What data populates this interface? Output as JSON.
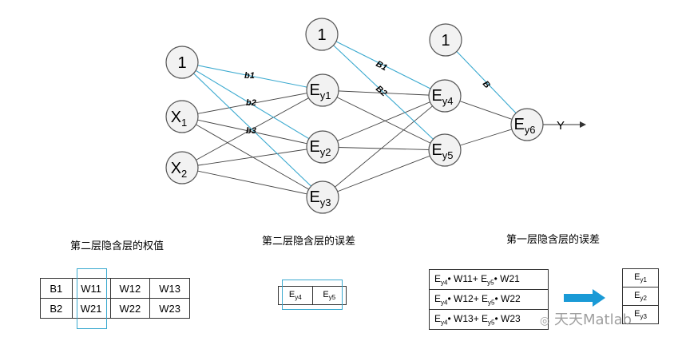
{
  "nodes": {
    "bias_in": "1",
    "x1": {
      "main": "X",
      "sub": "1"
    },
    "x2": {
      "main": "X",
      "sub": "2"
    },
    "bias_h1": "1",
    "ey1": {
      "main": "E",
      "sub": "y1"
    },
    "ey2": {
      "main": "E",
      "sub": "y2"
    },
    "ey3": {
      "main": "E",
      "sub": "y3"
    },
    "bias_h2": "1",
    "ey4": {
      "main": "E",
      "sub": "y4"
    },
    "ey5": {
      "main": "E",
      "sub": "y5"
    },
    "bias_out": "1",
    "ey6": {
      "main": "E",
      "sub": "y6"
    },
    "output": "Y"
  },
  "bias_labels": {
    "b1": "b1",
    "b2": "b2",
    "b3": "b3",
    "B1": "B1",
    "B2": "B2",
    "B": "B"
  },
  "captions": {
    "weights": "第二层隐含层的权值",
    "errors2": "第二层隐含层的误差",
    "errors1": "第一层隐含层的误差"
  },
  "weight_table": {
    "rows": [
      [
        "B1",
        "W11",
        "W12",
        "W13"
      ],
      [
        "B2",
        "W21",
        "W22",
        "W23"
      ]
    ]
  },
  "error2_table": [
    {
      "main": "E",
      "sub": "y4"
    },
    {
      "main": "E",
      "sub": "y5"
    }
  ],
  "error1_table": [
    {
      "a": "E",
      "as": "y4",
      "b": "W11+ E",
      "bs": "y5",
      "c": "W21"
    },
    {
      "a": "E",
      "as": "y4",
      "b": "W12+ E",
      "bs": "y5",
      "c": "W22"
    },
    {
      "a": "E",
      "as": "y4",
      "b": "W13+ E",
      "bs": "y5",
      "c": "W23"
    }
  ],
  "result_table": [
    {
      "main": "E",
      "sub": "y1"
    },
    {
      "main": "E",
      "sub": "y2"
    },
    {
      "main": "E",
      "sub": "y3"
    }
  ],
  "watermark": "天天Matlab",
  "colors": {
    "accent": "#3aa9cf",
    "arrow": "#1a9ad6"
  }
}
